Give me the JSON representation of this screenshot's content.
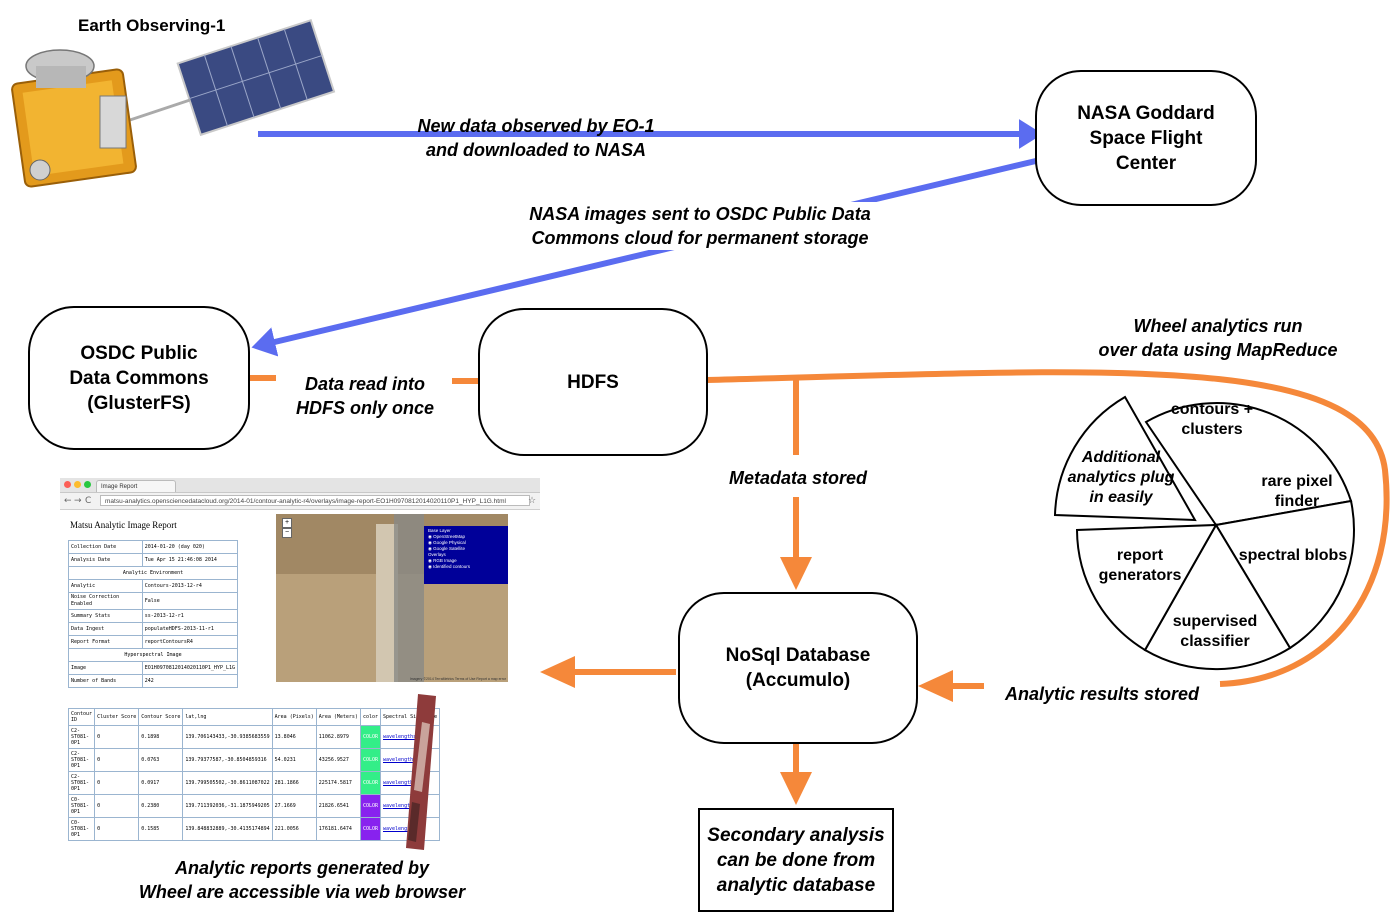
{
  "satellite": {
    "title": "Earth Observing-1"
  },
  "nodes": {
    "goddard": "NASA Goddard Space Flight Center",
    "osdc_line1": "OSDC Public",
    "osdc_line2": "Data Commons",
    "osdc_line3": "(GlusterFS)",
    "hdfs": "HDFS",
    "nosql_line1": "NoSql Database",
    "nosql_line2": "(Accumulo)",
    "secondary": "Secondary analysis can be done from analytic database"
  },
  "labels": {
    "new_data_line1": "New data observed by EO-1",
    "new_data_line2": "and downloaded to NASA",
    "nasa_images_line1": "NASA images sent to OSDC Public Data",
    "nasa_images_line2": "Commons cloud for permanent storage",
    "data_read_line1": "Data read into",
    "data_read_line2": "HDFS only once",
    "wheel_run_line1": "Wheel analytics run",
    "wheel_run_line2": "over data using MapReduce",
    "metadata": "Metadata stored",
    "results": "Analytic results stored",
    "reports_line1": "Analytic reports generated by",
    "reports_line2": "Wheel are accessible via web browser"
  },
  "wheel": {
    "contours": "contours + clusters",
    "rare": "rare pixel finder",
    "spectral": "spectral blobs",
    "supervised": "supervised classifier",
    "report": "report generators",
    "additional": "Additional analytics plug in easily"
  },
  "browser": {
    "tab_title": "Image Report",
    "url": "matsu-analytics.opensciencedatacloud.org/2014-01/contour-analytic-r4/overlays/image-report-EO1H0970812014020110P1_HYP_L1G.html",
    "report_title": "Matsu Analytic Image Report",
    "meta_rows": [
      [
        "Collection Date",
        "2014-01-20 (day 020)"
      ],
      [
        "Analysis Date",
        "Tue Apr 15 21:46:08 2014"
      ],
      [
        "Analytic Environment"
      ],
      [
        "Analytic",
        "Contours-2013-12-r4"
      ],
      [
        "Noise Correction Enabled",
        "False"
      ],
      [
        "Summary Stats",
        "ss-2013-12-r1"
      ],
      [
        "Data Ingest",
        "populateHDFS-2013-11-r1"
      ],
      [
        "Report Format",
        "reportContoursR4"
      ],
      [
        "Hyperspectral Image"
      ],
      [
        "Image",
        "EO1H0970812014020110P1_HYP_L1G"
      ],
      [
        "Number of Bands",
        "242"
      ]
    ],
    "map_legend": [
      "Base Layer",
      "OpenStreetMap",
      "Google Physical",
      "Google Satellite",
      "Overlays",
      "RGB Image",
      "Identified contours"
    ],
    "map_attribution": "Imagery ©2014 TerraMetrics   Terms of Use   Report a map error",
    "contour_headers": [
      "Contour ID",
      "Cluster Score",
      "Contour Score",
      "lat,lng",
      "Area (Pixels)",
      "Area (Meters)",
      "color",
      "Spectral Signature"
    ],
    "contour_rows": [
      [
        "C2-ST081-0P1",
        "0",
        "0.1898",
        "139.706143433,-30.9385683559",
        "13.8046",
        "11062.8979",
        "COLOR",
        "wavelengths"
      ],
      [
        "C2-ST081-0P1",
        "0",
        "0.0763",
        "139.79377587,-30.8504859316",
        "54.0231",
        "43256.9527",
        "COLOR",
        "wavelengths"
      ],
      [
        "C2-ST081-0P1",
        "0",
        "0.0917",
        "139.799505502,-30.8611087022",
        "281.1866",
        "225174.5817",
        "COLOR",
        "wavelengths"
      ],
      [
        "C0-ST081-0P1",
        "0",
        "0.2380",
        "139.711392036,-31.1875949205",
        "27.1669",
        "21826.6541",
        "COLOR",
        "wavelengths"
      ],
      [
        "C0-ST081-0P1",
        "0",
        "0.1585",
        "139.848832889,-30.4135174894",
        "221.0056",
        "176181.6474",
        "COLOR",
        "wavelengths"
      ]
    ],
    "row_colors": [
      "#33ee88",
      "#33ee88",
      "#33ee88",
      "#8822ee",
      "#8822ee"
    ]
  },
  "colors": {
    "blue_arrow": "#5b6cf0",
    "orange_arrow": "#f5883a"
  }
}
